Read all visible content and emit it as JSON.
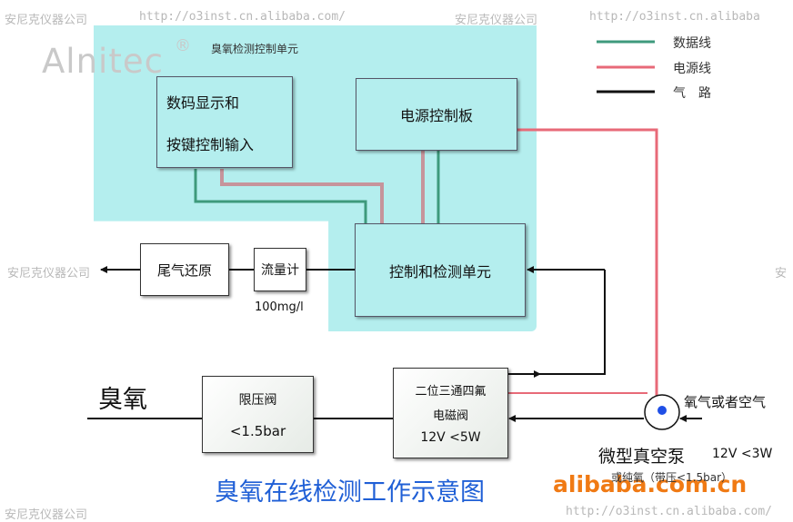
{
  "watermark": {
    "company": "安尼克仪器公司",
    "url_1": "http://o3inst.cn.alibaba.com/",
    "url_2": "http://o3inst.cn.alibaba",
    "url_bottom": "http://o3inst.cn.alibaba.com/",
    "side_right": "安",
    "logo": "Alnitec",
    "reg": "®",
    "alibaba": "alibaba.com.cn"
  },
  "panel": {
    "title": "臭氧检测控制单元"
  },
  "legend": {
    "data_line": "数据线",
    "power_line": "电源线",
    "gas_path": "气　路",
    "colors": {
      "data": "#3e9a7c",
      "power": "#e86a78",
      "gas": "#111111"
    }
  },
  "boxes": {
    "display_line1": "数码显示和",
    "display_line2": "按键控制输入",
    "power_board": "电源控制板",
    "control_unit": "控制和检测单元",
    "tail_gas": "尾气还原",
    "flowmeter": "流量计",
    "flow_value": "100mg/l",
    "relief_label": "限压阀",
    "relief_value": "<1.5bar",
    "valve_line1": "二位三通四氟",
    "valve_line2": "电磁阀",
    "valve_line3": "12V  <5W"
  },
  "labels": {
    "ozone": "臭氧",
    "oxygen_air": "氧气或者空气",
    "pump": "微型真空泵",
    "pump_spec": "12V  <3W",
    "pump_note": "或纯氧（带压<1.5bar）",
    "footer_title": "臭氧在线检测工作示意图"
  }
}
